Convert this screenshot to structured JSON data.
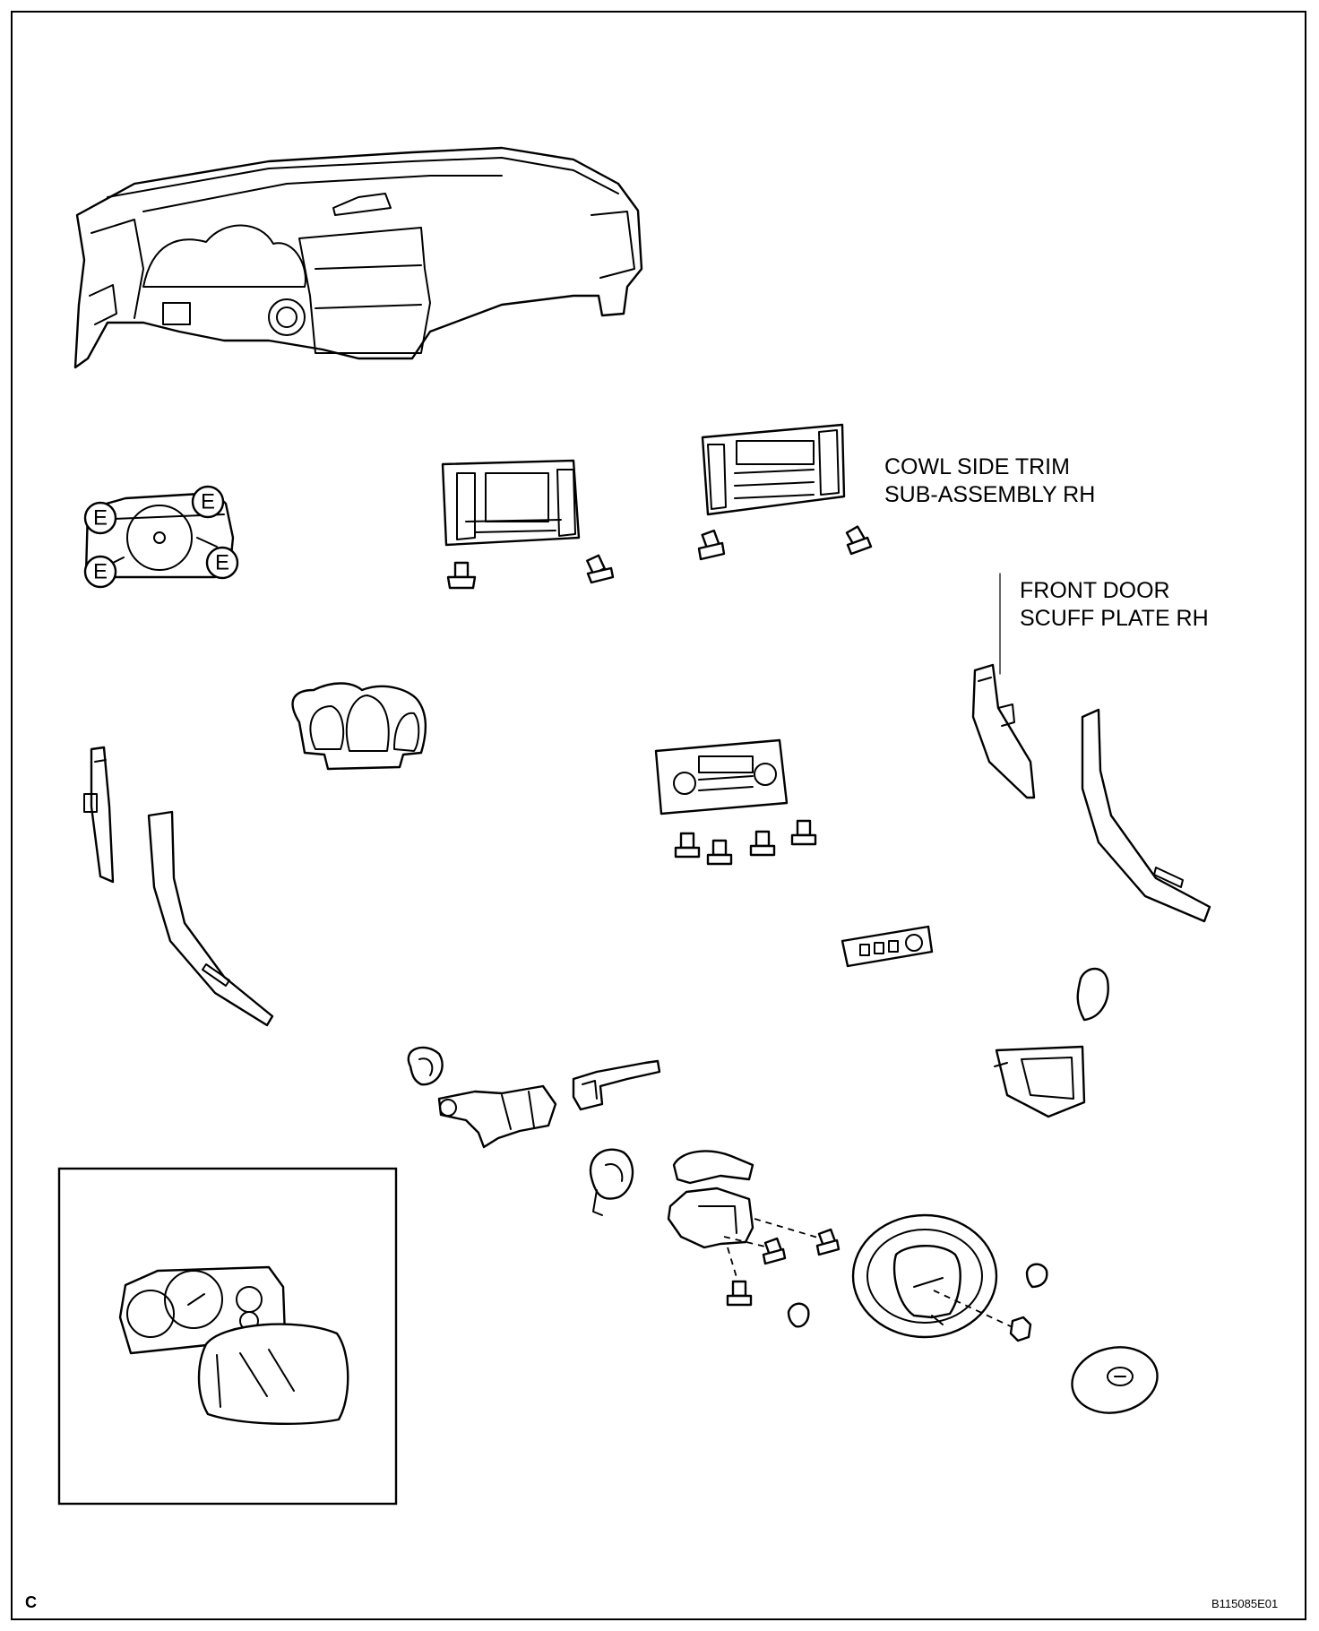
{
  "labels": {
    "cowl_side_trim": [
      "COWL SIDE TRIM",
      "SUB-ASSEMBLY RH"
    ],
    "front_door_scuff": [
      "FRONT DOOR",
      "SCUFF PLATE RH"
    ]
  },
  "badge_letter": "E",
  "footer": {
    "section_letter": "C",
    "figure_code": "B115085E01"
  }
}
